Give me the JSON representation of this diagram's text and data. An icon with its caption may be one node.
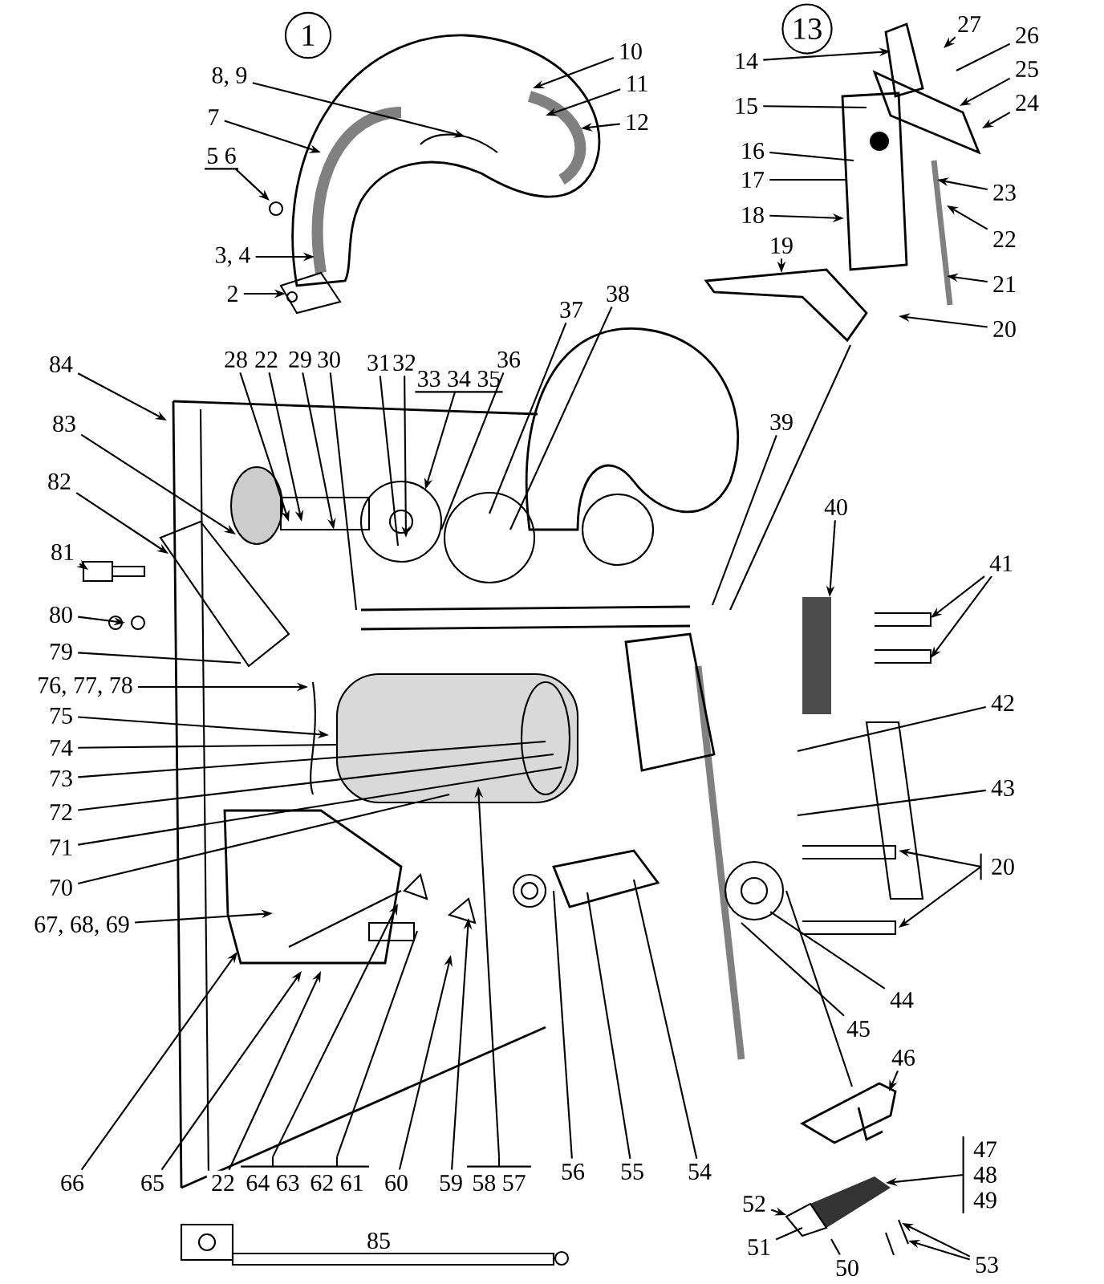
{
  "diagram": {
    "nodes": [
      {
        "text": [
          "1"
        ]
      },
      {
        "text": [
          "8, 9"
        ]
      },
      {
        "text": [
          "7"
        ]
      },
      {
        "text": [
          "5 6"
        ]
      },
      {
        "text": [
          "3, 4"
        ]
      },
      {
        "text": [
          "2"
        ]
      },
      {
        "text": [
          "10"
        ]
      },
      {
        "text": [
          "11"
        ]
      },
      {
        "text": [
          "12"
        ]
      },
      {
        "text": [
          "13"
        ]
      },
      {
        "text": [
          "14"
        ]
      },
      {
        "text": [
          "27"
        ]
      },
      {
        "text": [
          "26"
        ]
      },
      {
        "text": [
          "15"
        ]
      },
      {
        "text": [
          "25"
        ]
      },
      {
        "text": [
          "24"
        ]
      },
      {
        "text": [
          "16"
        ]
      },
      {
        "text": [
          "17"
        ]
      },
      {
        "text": [
          "23"
        ]
      },
      {
        "text": [
          "18"
        ]
      },
      {
        "text": [
          "22"
        ]
      },
      {
        "text": [
          "19"
        ]
      },
      {
        "text": [
          "21"
        ]
      },
      {
        "text": [
          "20"
        ]
      },
      {
        "text": [
          "84"
        ]
      },
      {
        "text": [
          "28"
        ]
      },
      {
        "text": [
          "22"
        ]
      },
      {
        "text": [
          "29"
        ]
      },
      {
        "text": [
          "30"
        ]
      },
      {
        "text": [
          "31"
        ]
      },
      {
        "text": [
          "32"
        ]
      },
      {
        "text": [
          "33 34 35"
        ]
      },
      {
        "text": [
          "36"
        ]
      },
      {
        "text": [
          "37"
        ]
      },
      {
        "text": [
          "38"
        ]
      },
      {
        "text": [
          "83"
        ]
      },
      {
        "text": [
          "82"
        ]
      },
      {
        "text": [
          "39"
        ]
      },
      {
        "text": [
          "81"
        ]
      },
      {
        "text": [
          "80"
        ]
      },
      {
        "text": [
          "40"
        ]
      },
      {
        "text": [
          "41"
        ]
      },
      {
        "text": [
          "79"
        ]
      },
      {
        "text": [
          "76, 77, 78"
        ]
      },
      {
        "text": [
          "75"
        ]
      },
      {
        "text": [
          "74"
        ]
      },
      {
        "text": [
          "73"
        ]
      },
      {
        "text": [
          "72"
        ]
      },
      {
        "text": [
          "71"
        ]
      },
      {
        "text": [
          "70"
        ]
      },
      {
        "text": [
          "42"
        ]
      },
      {
        "text": [
          "43"
        ]
      },
      {
        "text": [
          "20"
        ]
      },
      {
        "text": [
          "67, 68, 69"
        ]
      },
      {
        "text": [
          "44"
        ]
      },
      {
        "text": [
          "45"
        ]
      },
      {
        "text": [
          "46"
        ]
      },
      {
        "text": [
          "47 48 49"
        ]
      },
      {
        "text": [
          "52"
        ]
      },
      {
        "text": [
          "51"
        ]
      },
      {
        "text": [
          "50"
        ]
      },
      {
        "text": [
          "53"
        ]
      },
      {
        "text": [
          "66"
        ]
      },
      {
        "text": [
          "65"
        ]
      },
      {
        "text": [
          "22"
        ]
      },
      {
        "text": [
          "64 63"
        ]
      },
      {
        "text": [
          "62 61"
        ]
      },
      {
        "text": [
          "60"
        ]
      },
      {
        "text": [
          "59"
        ]
      },
      {
        "text": [
          "58 57"
        ]
      },
      {
        "text": [
          "56"
        ]
      },
      {
        "text": [
          "55"
        ]
      },
      {
        "text": [
          "54"
        ]
      }
    ],
    "edges": [
      {
        "from": 1,
        "to": null,
        "arrow": "to"
      },
      {
        "from": 2,
        "to": null,
        "arrow": "to"
      },
      {
        "from": 3,
        "to": null,
        "arrow": "to"
      },
      {
        "from": 4,
        "to": null,
        "arrow": "to"
      },
      {
        "from": 5,
        "to": null,
        "arrow": "to"
      },
      {
        "from": 6,
        "to": null,
        "arrow": "to"
      },
      {
        "from": 7,
        "to": null,
        "arrow": "to"
      },
      {
        "from": 8,
        "to": null,
        "arrow": "to"
      },
      {
        "from": 10,
        "to": null,
        "arrow": "to"
      },
      {
        "from": 11,
        "to": null,
        "arrow": "to"
      },
      {
        "from": 12,
        "to": null,
        "arrow": "none"
      },
      {
        "from": 13,
        "to": null,
        "arrow": "none"
      },
      {
        "from": 14,
        "to": null,
        "arrow": "to"
      },
      {
        "from": 15,
        "to": null,
        "arrow": "to"
      },
      {
        "from": 16,
        "to": null,
        "arrow": "none"
      },
      {
        "from": 17,
        "to": null,
        "arrow": "none"
      },
      {
        "from": 18,
        "to": null,
        "arrow": "to"
      },
      {
        "from": 19,
        "to": null,
        "arrow": "to"
      },
      {
        "from": 20,
        "to": null,
        "arrow": "to"
      },
      {
        "from": 21,
        "to": null,
        "arrow": "to"
      },
      {
        "from": 22,
        "to": null,
        "arrow": "to"
      },
      {
        "from": 23,
        "to": null,
        "arrow": "to"
      },
      {
        "from": 24,
        "to": null,
        "arrow": "to"
      },
      {
        "from": 25,
        "to": null,
        "arrow": "to"
      },
      {
        "from": 26,
        "to": null,
        "arrow": "to"
      },
      {
        "from": 27,
        "to": null,
        "arrow": "to"
      },
      {
        "from": 28,
        "to": null,
        "arrow": "none"
      },
      {
        "from": 29,
        "to": null,
        "arrow": "none"
      },
      {
        "from": 30,
        "to": null,
        "arrow": "to"
      },
      {
        "from": 31,
        "to": null,
        "arrow": "to"
      },
      {
        "from": 32,
        "to": null,
        "arrow": "none"
      },
      {
        "from": 33,
        "to": null,
        "arrow": "none"
      },
      {
        "from": 34,
        "to": null,
        "arrow": "none"
      },
      {
        "from": 35,
        "to": null,
        "arrow": "to"
      },
      {
        "from": 36,
        "to": null,
        "arrow": "to"
      },
      {
        "from": 37,
        "to": null,
        "arrow": "none"
      },
      {
        "from": 38,
        "to": null,
        "arrow": "to"
      },
      {
        "from": 39,
        "to": null,
        "arrow": "to"
      },
      {
        "from": 40,
        "to": null,
        "arrow": "to"
      },
      {
        "from": 41,
        "to": null,
        "arrow": "to"
      },
      {
        "from": 41,
        "to": null,
        "arrow": "to"
      },
      {
        "from": 42,
        "to": null,
        "arrow": "none"
      },
      {
        "from": 43,
        "to": null,
        "arrow": "to"
      },
      {
        "from": 44,
        "to": null,
        "arrow": "to"
      },
      {
        "from": 45,
        "to": null,
        "arrow": "none"
      },
      {
        "from": 46,
        "to": null,
        "arrow": "none"
      },
      {
        "from": 47,
        "to": null,
        "arrow": "none"
      },
      {
        "from": 48,
        "to": null,
        "arrow": "none"
      },
      {
        "from": 49,
        "to": null,
        "arrow": "none"
      },
      {
        "from": 50,
        "to": null,
        "arrow": "none"
      },
      {
        "from": 51,
        "to": null,
        "arrow": "none"
      },
      {
        "from": 52,
        "to": null,
        "arrow": "to"
      },
      {
        "from": 52,
        "to": null,
        "arrow": "to"
      },
      {
        "from": 53,
        "to": null,
        "arrow": "to"
      },
      {
        "from": 54,
        "to": null,
        "arrow": "none"
      },
      {
        "from": 55,
        "to": null,
        "arrow": "none"
      },
      {
        "from": 56,
        "to": null,
        "arrow": "to"
      },
      {
        "from": 57,
        "to": null,
        "arrow": "to"
      },
      {
        "from": 58,
        "to": null,
        "arrow": "to"
      },
      {
        "from": 59,
        "to": null,
        "arrow": "none"
      },
      {
        "from": 60,
        "to": null,
        "arrow": "none"
      },
      {
        "from": 61,
        "to": null,
        "arrow": "to"
      },
      {
        "from": 61,
        "to": null,
        "arrow": "to"
      },
      {
        "from": 62,
        "to": null,
        "arrow": "to"
      },
      {
        "from": 63,
        "to": null,
        "arrow": "to"
      },
      {
        "from": 64,
        "to": null,
        "arrow": "to"
      },
      {
        "from": 65,
        "to": null,
        "arrow": "to"
      },
      {
        "from": 66,
        "to": null,
        "arrow": "none"
      },
      {
        "from": 67,
        "to": null,
        "arrow": "to"
      },
      {
        "from": 68,
        "to": null,
        "arrow": "to"
      },
      {
        "from": 69,
        "to": null,
        "arrow": "to"
      },
      {
        "from": 70,
        "to": null,
        "arrow": "none"
      },
      {
        "from": 71,
        "to": null,
        "arrow": "none"
      },
      {
        "from": 72,
        "to": null,
        "arrow": "none"
      }
    ],
    "labels": [
      "85"
    ]
  }
}
